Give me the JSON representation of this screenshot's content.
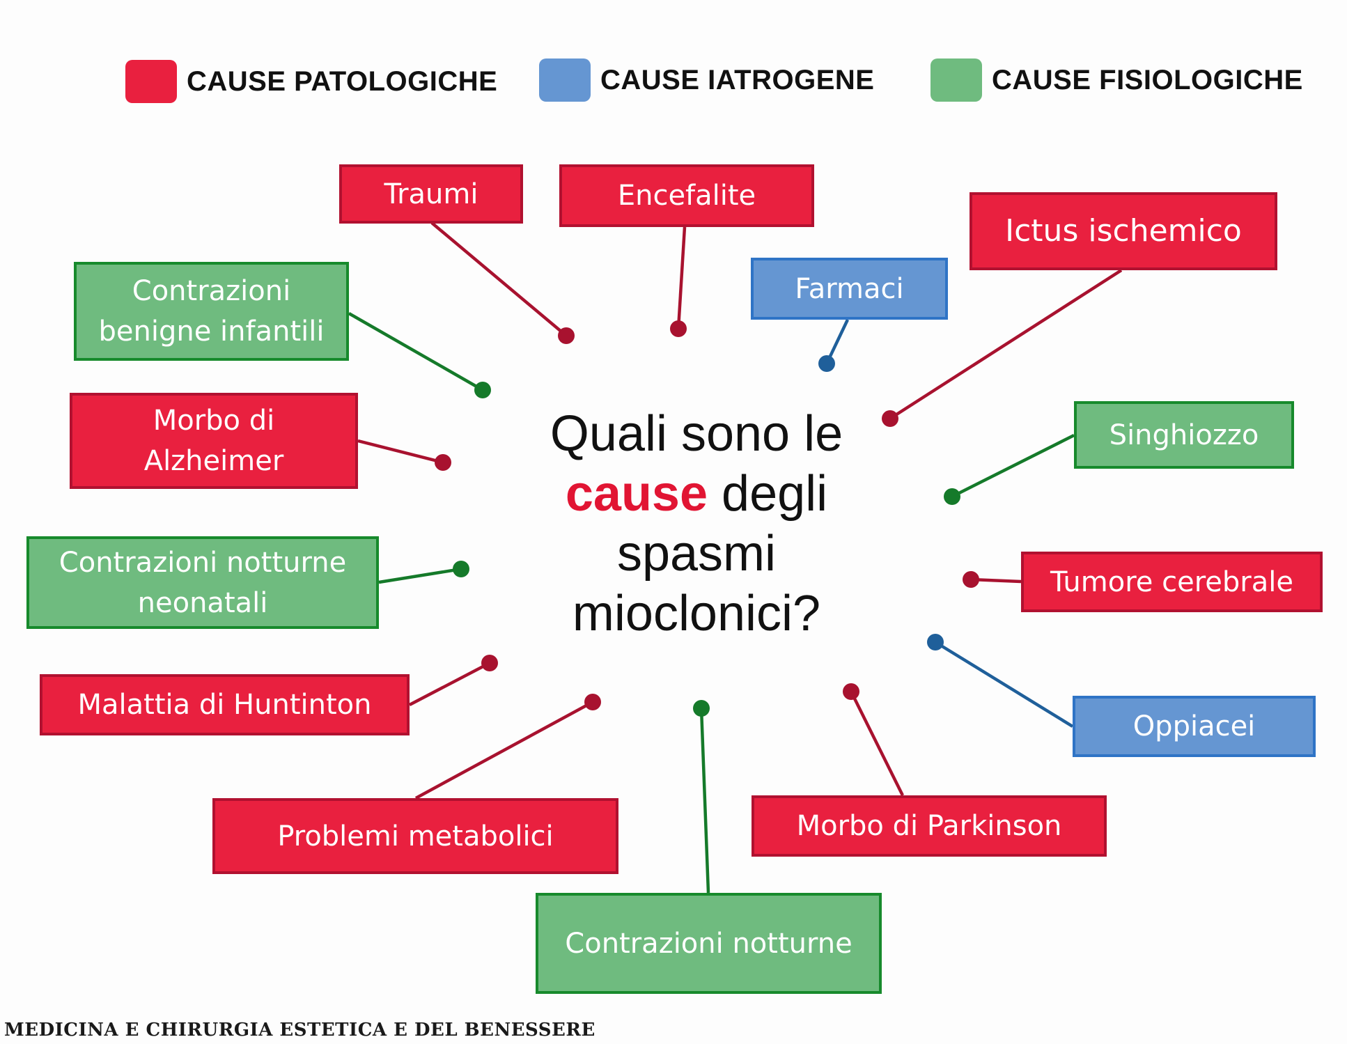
{
  "legend": [
    {
      "label": "CAUSE PATOLOGICHE",
      "color": "#e9203f"
    },
    {
      "label": "CAUSE IATROGENE",
      "color": "#6596d2"
    },
    {
      "label": "CAUSE FISIOLOGICHE",
      "color": "#6fbb7f"
    }
  ],
  "center": {
    "line1": "Quali sono le",
    "highlight": "cause",
    "line2_rest": " degli",
    "line3": "spasmi",
    "line4": "mioclonici?"
  },
  "nodes": [
    {
      "id": "traumi",
      "label": "Traumi",
      "category": "patologica"
    },
    {
      "id": "encefalite",
      "label": "Encefalite",
      "category": "patologica"
    },
    {
      "id": "ictus",
      "label": "Ictus  ischemico",
      "category": "patologica"
    },
    {
      "id": "farmaci",
      "label": "Farmaci",
      "category": "iatrogena"
    },
    {
      "id": "contrazioni-benigne",
      "label": "Contrazioni\nbenigne infantili",
      "category": "fisiologica"
    },
    {
      "id": "alzheimer",
      "label": "Morbo di\nAlzheimer",
      "category": "patologica"
    },
    {
      "id": "singhiozzo",
      "label": "Singhiozzo",
      "category": "fisiologica"
    },
    {
      "id": "contrazioni-neonatali",
      "label": "Contrazioni notturne\nneonatali",
      "category": "fisiologica"
    },
    {
      "id": "tumore",
      "label": "Tumore cerebrale",
      "category": "patologica"
    },
    {
      "id": "oppiacei",
      "label": "Oppiacei",
      "category": "iatrogena"
    },
    {
      "id": "huntinton",
      "label": "Malattia di Huntinton",
      "category": "patologica"
    },
    {
      "id": "metabolici",
      "label": "Problemi metabolici",
      "category": "patologica"
    },
    {
      "id": "parkinson",
      "label": "Morbo di Parkinson",
      "category": "patologica"
    },
    {
      "id": "contrazioni-notturne",
      "label": "Contrazioni notturne",
      "category": "fisiologica"
    }
  ],
  "colors": {
    "patologica": "#e9203f",
    "iatrogena": "#6596d2",
    "fisiologica": "#6fbb7f",
    "line_patologica": "#a8122f",
    "line_iatrogena": "#1f5f9a",
    "line_fisiologica": "#157a2a"
  },
  "footer": "MEDICINA E CHIRURGIA ESTETICA E DEL BENESSERE"
}
